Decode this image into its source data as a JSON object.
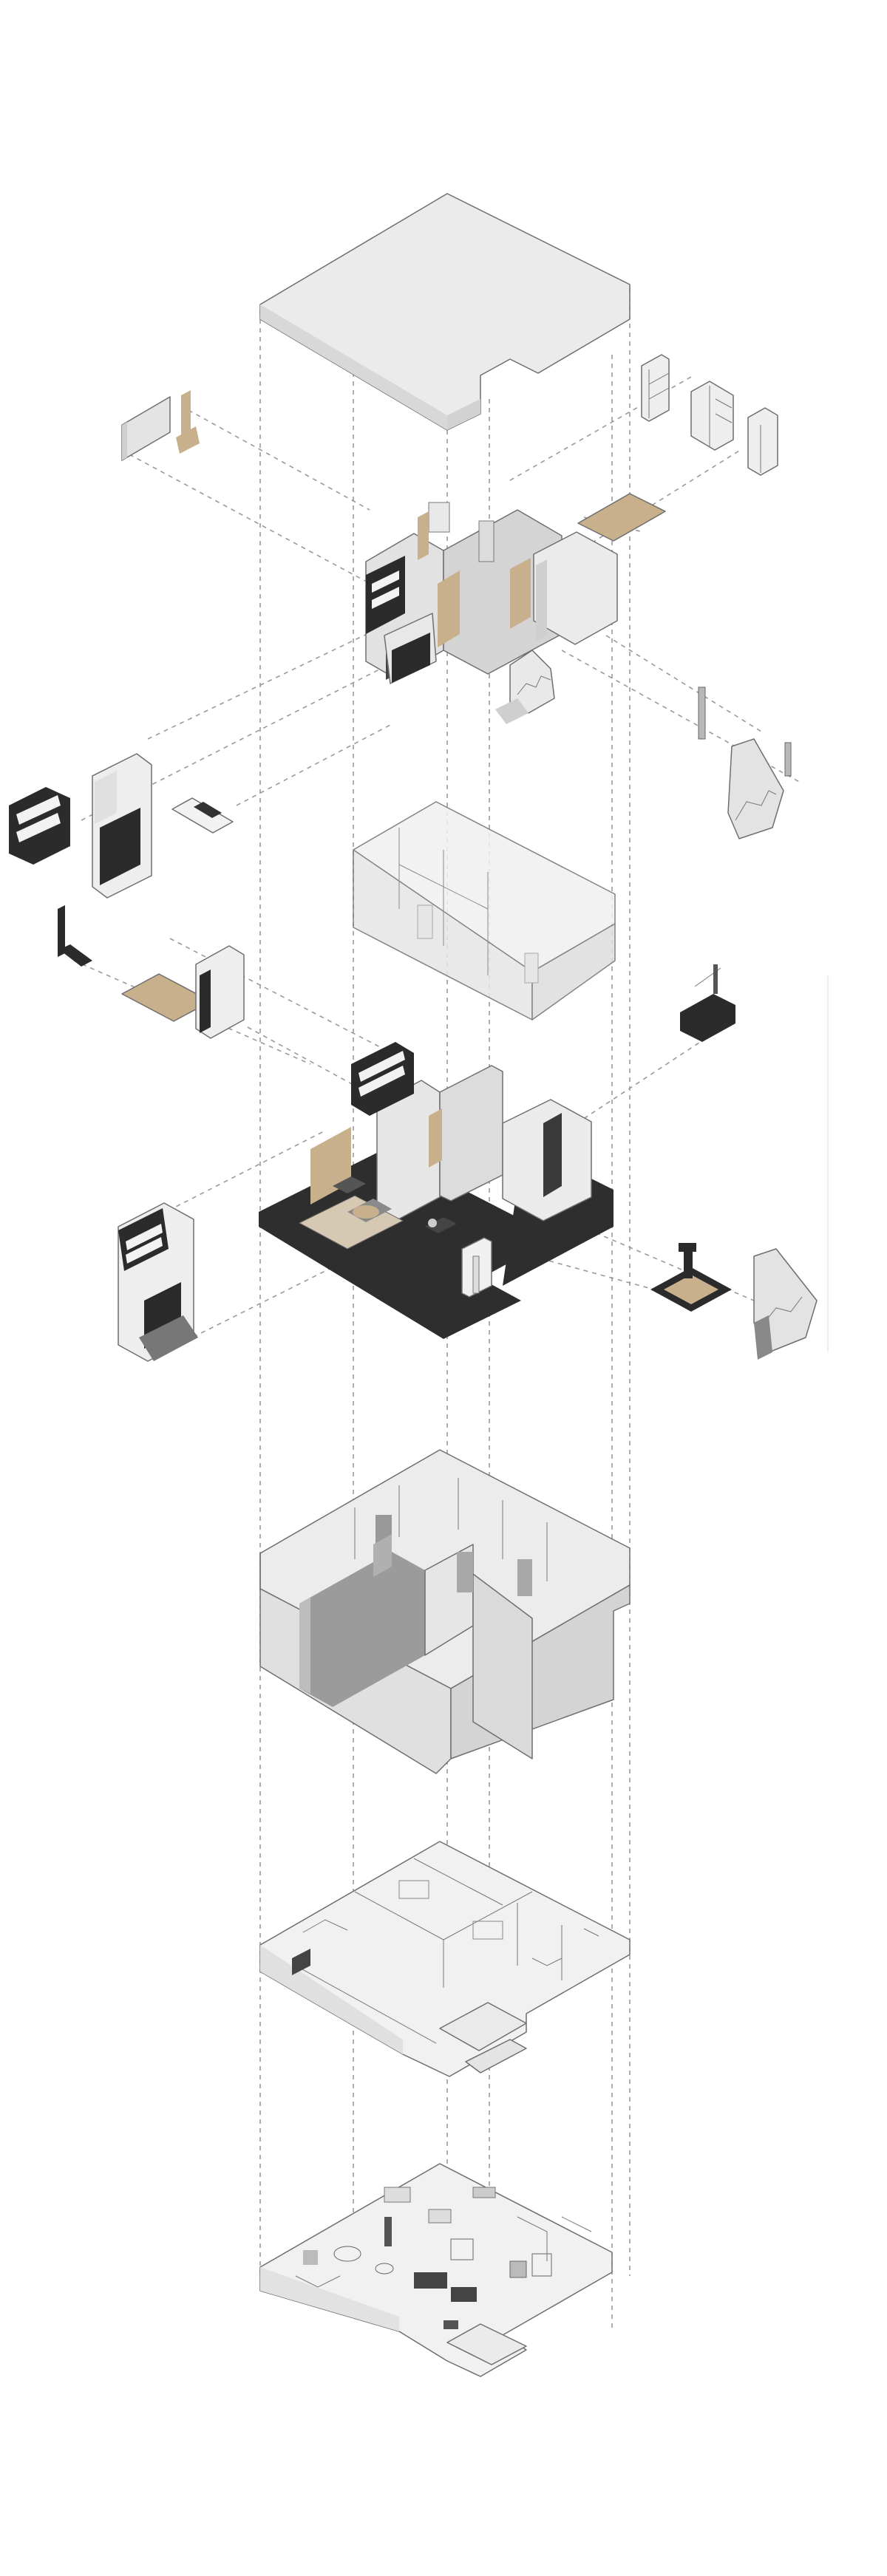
{
  "diagram": {
    "type": "exploded-axonometric",
    "colors": {
      "background": "#ffffff",
      "slab": "#e9e9e9",
      "slab_dark": "#d8d8d8",
      "shell": "#dedede",
      "shell_side": "#cfcfcf",
      "ghost": "#f0f0f0",
      "dark_floor": "#2e2e2e",
      "wood": "#c8b08c",
      "cabinet_dark": "#2b2b2b",
      "guide_line": "#9a9a9a"
    },
    "layers": [
      {
        "name": "roof-slab"
      },
      {
        "name": "upper-furniture-layer"
      },
      {
        "name": "upper-floor-shell"
      },
      {
        "name": "lower-furniture-layer"
      },
      {
        "name": "lower-floor-shell"
      },
      {
        "name": "upper-floor-plan"
      },
      {
        "name": "lower-floor-plan"
      }
    ]
  }
}
